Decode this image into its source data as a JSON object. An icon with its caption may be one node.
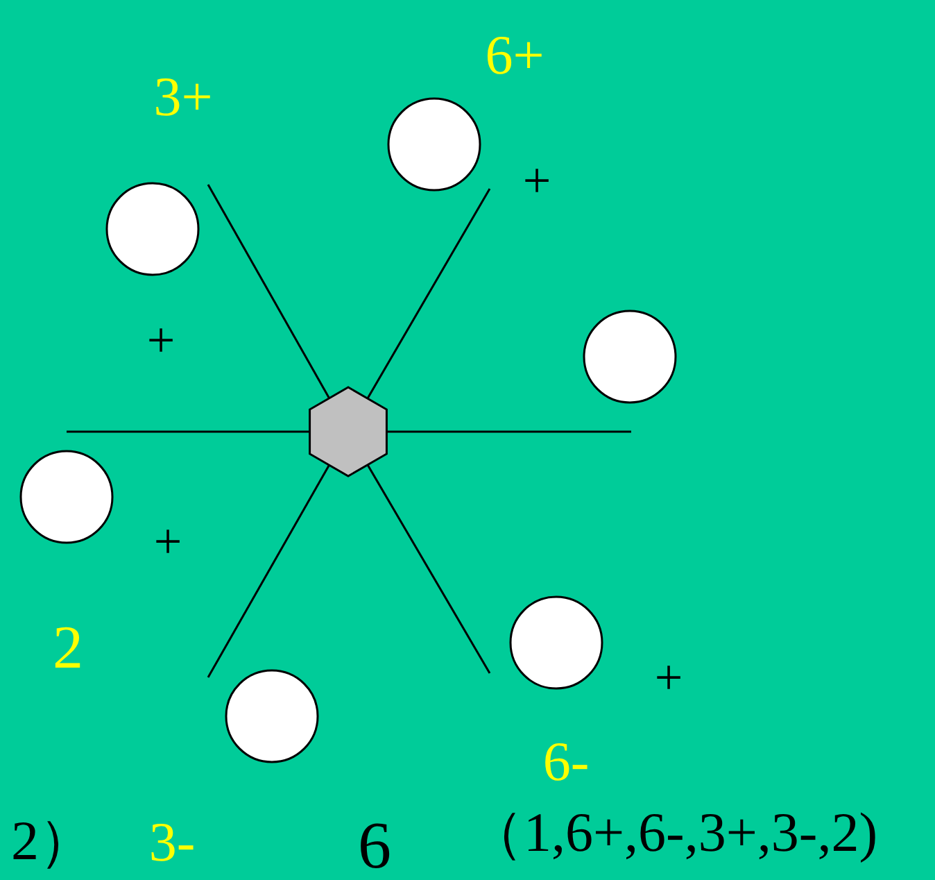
{
  "diagram": {
    "nodes": [
      {
        "text": [],
        "shape": "hexagon"
      },
      {
        "text": [],
        "shape": "circle"
      },
      {
        "text": [],
        "shape": "circle"
      },
      {
        "text": [],
        "shape": "circle"
      },
      {
        "text": [],
        "shape": "circle"
      },
      {
        "text": [],
        "shape": "circle"
      },
      {
        "text": [],
        "shape": "circle"
      }
    ],
    "labels": [
      "6+",
      "3+",
      "+",
      "+",
      "+",
      "2",
      "+",
      "6-",
      "2）",
      "3-",
      "6",
      "（1,6+,6-,3+,3-,2)"
    ]
  }
}
